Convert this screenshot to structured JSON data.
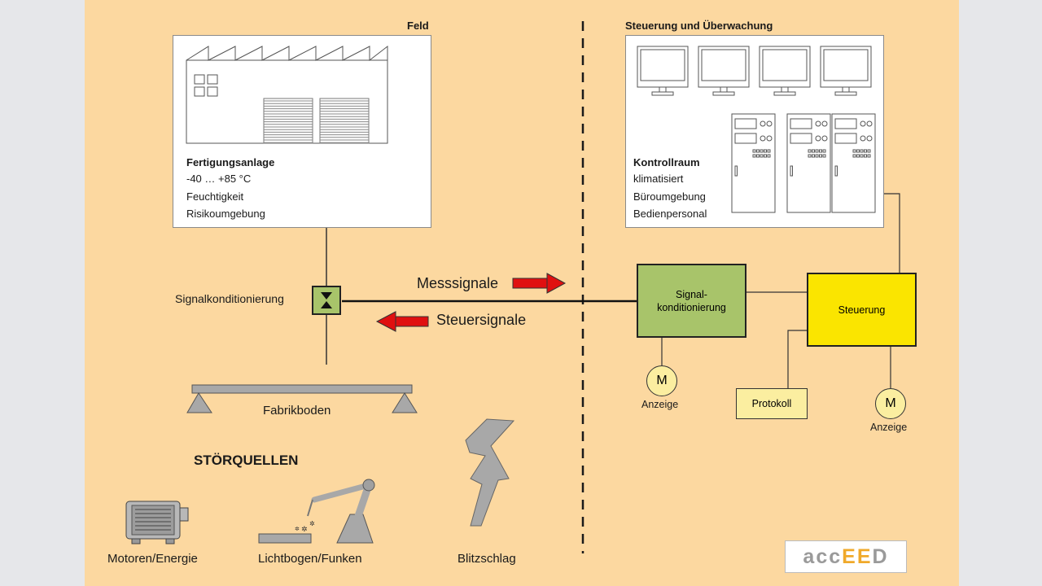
{
  "field_header": "Feld",
  "control_header": "Steuerung und Überwachung",
  "plant": {
    "title": "Fertigungsanlage",
    "lines": [
      "-40 … +85 °C",
      "Feuchtigkeit",
      "Risikoumgebung"
    ]
  },
  "control_room": {
    "title": "Kontrollraum",
    "lines": [
      "klimatisiert",
      "Büroumgebung",
      "Bedienpersonal"
    ]
  },
  "signal_conditioning_field": "Signalkonditionierung",
  "measure_signals": "Messsignale",
  "control_signals": "Steuersignale",
  "signal_box": [
    "Signal-",
    "konditionierung"
  ],
  "control_box": "Steuerung",
  "protocol_box": "Protokoll",
  "meter_symbol": "M",
  "meter_label": "Anzeige",
  "floor_label": "Fabrikboden",
  "interference_title": "STÖRQUELLEN",
  "sources": [
    "Motoren/Energie",
    "Lichtbogen/Funken",
    "Blitzschlag"
  ],
  "logo": {
    "part1": "acc",
    "part2": "EE",
    "part3": "D"
  },
  "colors": {
    "background": "#fcd8a0",
    "signal_box": "#a8c46a",
    "control_box": "#fae500",
    "arrow": "#e01010"
  }
}
